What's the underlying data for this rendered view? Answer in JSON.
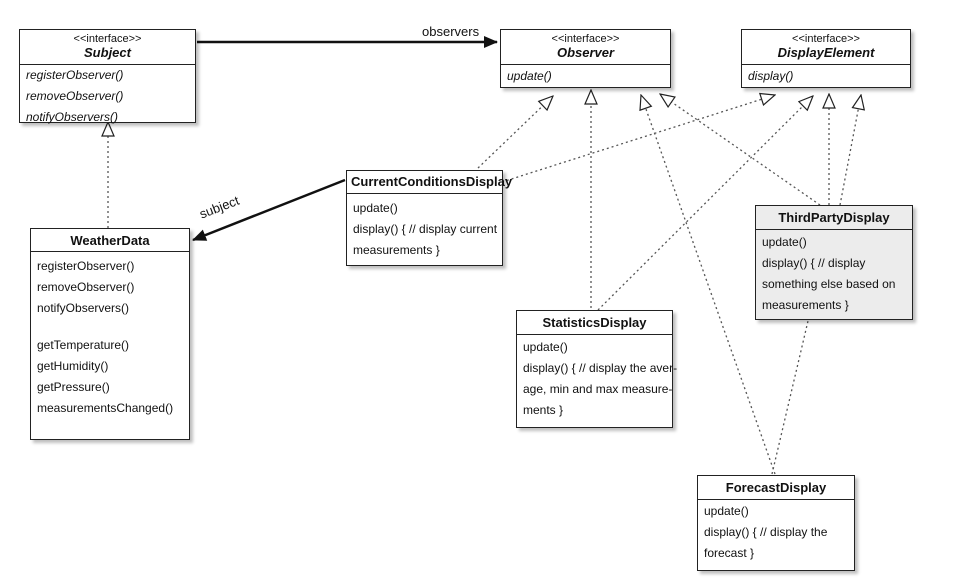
{
  "observers_label": "observers",
  "subject_label": "subject",
  "classes": {
    "subject": {
      "stereotype": "<<interface>>",
      "name": "Subject",
      "ops": [
        "registerObserver()",
        "removeObserver()",
        "notifyObservers()"
      ]
    },
    "observer": {
      "stereotype": "<<interface>>",
      "name": "Observer",
      "ops": [
        "update()"
      ]
    },
    "display_element": {
      "stereotype": "<<interface>>",
      "name": "DisplayElement",
      "ops": [
        "display()"
      ]
    },
    "weather_data": {
      "name": "WeatherData",
      "ops": [
        "registerObserver()",
        "removeObserver()",
        "notifyObservers()",
        "getTemperature()",
        "getHumidity()",
        "getPressure()",
        "measurementsChanged()"
      ]
    },
    "current_conditions": {
      "name": "CurrentConditionsDisplay",
      "ops": [
        "update()",
        "display() { // display current",
        "measurements }"
      ]
    },
    "third_party": {
      "name": "ThirdPartyDisplay",
      "ops": [
        "update()",
        "display() { // display",
        "something else based on",
        "measurements }"
      ]
    },
    "statistics": {
      "name": "StatisticsDisplay",
      "ops": [
        "update()",
        "display() { // display the aver-",
        "age, min and max measure-",
        "ments }"
      ]
    },
    "forecast": {
      "name": "ForecastDisplay",
      "ops": [
        "update()",
        "display() { // display the",
        "forecast }"
      ]
    }
  }
}
